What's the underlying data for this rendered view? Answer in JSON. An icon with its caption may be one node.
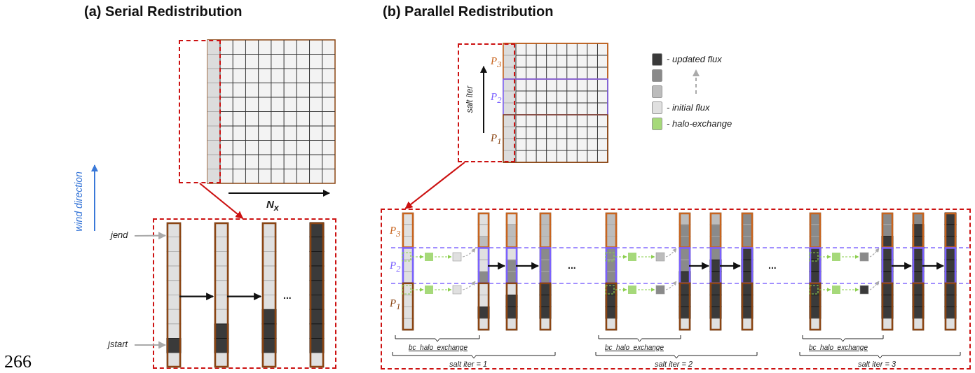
{
  "diagram": {
    "nodes": [
      {
        "text": [],
        "shape": "box"
      },
      {
        "text": [],
        "shape": "box"
      },
      {
        "text": [],
        "shape": "bar",
        "in": 1
      },
      {
        "text": [],
        "shape": "bar",
        "in": 1
      },
      {
        "text": [],
        "shape": "bar",
        "in": 1
      },
      {
        "text": [],
        "shape": "bar",
        "in": 1
      },
      {
        "text": [
          "jend"
        ]
      },
      {
        "text": [
          "jstart"
        ]
      },
      {
        "text": [],
        "shape": "box"
      },
      {
        "text": [],
        "shape": "box"
      },
      {
        "text": [],
        "shape": "bar",
        "in": 9
      },
      {
        "text": [],
        "shape": "bar",
        "in": 9
      },
      {
        "text": [],
        "shape": "bar",
        "in": 9
      },
      {
        "text": [],
        "shape": "bar",
        "in": 9
      },
      {
        "text": [],
        "shape": "bar",
        "in": 9
      },
      {
        "text": [],
        "shape": "bar",
        "in": 9
      },
      {
        "text": [],
        "shape": "bar",
        "in": 9
      },
      {
        "text": [],
        "shape": "bar",
        "in": 9
      },
      {
        "text": [],
        "shape": "bar",
        "in": 9
      },
      {
        "text": [],
        "shape": "bar",
        "in": 9
      },
      {
        "text": [],
        "shape": "bar",
        "in": 9
      },
      {
        "text": [],
        "shape": "bar",
        "in": 9
      }
    ],
    "edges": [
      {
        "from": 0,
        "to": 1,
        "arrow": "to",
        "color": "#cc1111"
      },
      {
        "from": 2,
        "to": 3,
        "arrow": "to"
      },
      {
        "from": 3,
        "to": 4,
        "arrow": "to"
      },
      {
        "from": 6,
        "to": 2,
        "arrow": "to",
        "color": "#aaaaaa"
      },
      {
        "from": 7,
        "to": 2,
        "arrow": "to",
        "color": "#aaaaaa"
      },
      {
        "from": 8,
        "to": 9,
        "arrow": "to",
        "color": "#cc1111"
      },
      {
        "from": 11,
        "to": 12,
        "arrow": "to"
      },
      {
        "from": 12,
        "to": 13,
        "arrow": "to"
      },
      {
        "from": 15,
        "to": 16,
        "arrow": "to"
      },
      {
        "from": 16,
        "to": 17,
        "arrow": "to"
      },
      {
        "from": 19,
        "to": 20,
        "arrow": "to"
      },
      {
        "from": 20,
        "to": 21,
        "arrow": "to"
      }
    ],
    "labels": [
      "(a) Serial Redistribution",
      "(b) Parallel Redistribution",
      "P$_{3}$",
      "salt iter",
      "P$_{2}$",
      "P$_{1}$",
      "N$_{x}$",
      "wind direction",
      "P$_{3}$",
      "P$_{2}$",
      "...",
      "...",
      "P$_{1}$",
      "...",
      "bc_halo_exchange",
      "bc_halo_exchange",
      "bc_halo_exchange",
      "salt iter = 1",
      "salt iter = 2",
      "salt iter = 3",
      "266"
    ],
    "legend": [
      {
        "text": "- updated flux",
        "color": "#3a3a3a"
      },
      {
        "text": "- initial flux",
        "color": "#e0e0e0"
      },
      {
        "text": "- halo-exchange",
        "color": "#a6d97a"
      }
    ]
  }
}
